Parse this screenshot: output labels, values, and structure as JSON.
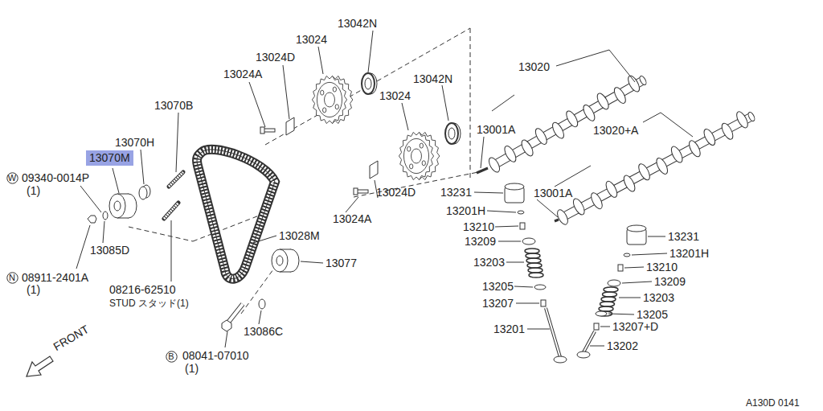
{
  "diagram": {
    "nodes": [
      {
        "text": [
          "13070M"
        ]
      },
      {
        "text": [
          "W"
        ]
      },
      {
        "text": [
          "N"
        ]
      },
      {
        "text": [
          "B"
        ]
      }
    ],
    "edges": [],
    "labels": [
      "13042N",
      "13024",
      "13024D",
      "13024A",
      "13070B",
      "13070H",
      "09340-0014P",
      "(1)",
      "13085D",
      "08911-2401A",
      "(1)",
      "08216-62510",
      "STUD スタッド(1)",
      "13077",
      "13028M",
      "13086C",
      "08041-07010",
      "(1)",
      "FRONT",
      "13020",
      "13042N",
      "13024",
      "13001A",
      "13020+A",
      "13001A",
      "13231",
      "13201H",
      "13210",
      "13209",
      "13203",
      "13205",
      "13207",
      "13201",
      "13231",
      "13201H",
      "13210",
      "13209",
      "13203",
      "13205",
      "13207+D",
      "13202",
      "13024D",
      "13024A",
      "A130D 0141"
    ]
  }
}
